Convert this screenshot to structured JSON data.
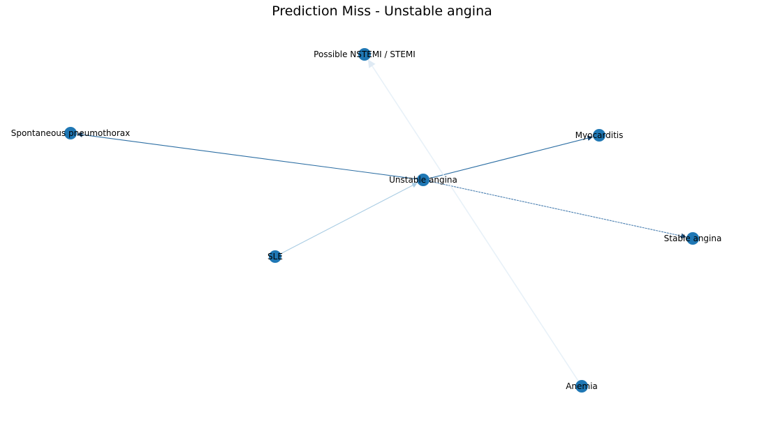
{
  "title": "Prediction Miss - Unstable angina",
  "node_color": "#1f77b4",
  "nodes": [
    {
      "id": "unstable",
      "label": "Unstable angina"
    },
    {
      "id": "nstemi",
      "label": "Possible NSTEMI / STEMI"
    },
    {
      "id": "pneumo",
      "label": "Spontaneous pneumothorax"
    },
    {
      "id": "myocarditis",
      "label": "Myocarditis"
    },
    {
      "id": "stable",
      "label": "Stable angina"
    },
    {
      "id": "sle",
      "label": "SLE"
    },
    {
      "id": "anemia",
      "label": "Anemia"
    }
  ],
  "edges": [
    {
      "from": "unstable",
      "to": "pneumo",
      "color": "#2c6ea3"
    },
    {
      "from": "unstable",
      "to": "myocarditis",
      "color": "#2c6ea3"
    },
    {
      "from": "unstable",
      "to": "stable",
      "color": "#4a7fb0",
      "style": "dashed"
    },
    {
      "from": "sle",
      "to": "unstable",
      "color": "#a9cce3"
    },
    {
      "from": "anemia",
      "to": "nstemi",
      "color": "#e8f1f8"
    }
  ]
}
